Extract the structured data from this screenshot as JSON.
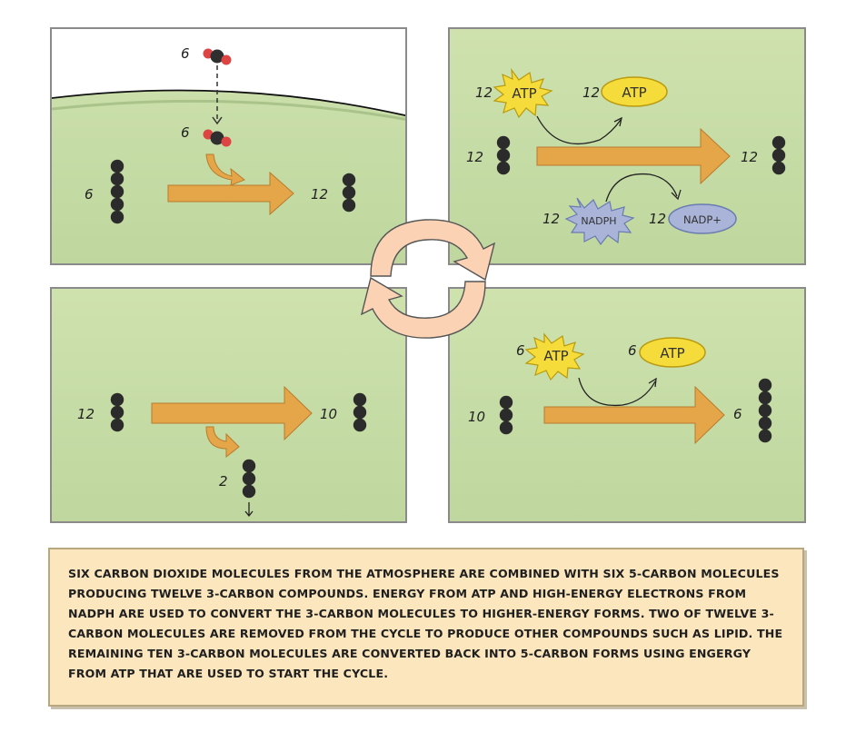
{
  "panel_fixation": {
    "co2_count_top": "6",
    "co2_count_bottom": "6",
    "input_count": "6",
    "output_count": "12"
  },
  "panel_reduction": {
    "atp_count_in": "12",
    "atp_label_in": "ATP",
    "atp_count_out": "12",
    "atp_label_out": "ATP",
    "input_count": "12",
    "output_count": "12",
    "nadph_count": "12",
    "nadph_label": "NADPH",
    "nadp_count": "12",
    "nadp_label": "NADP+"
  },
  "panel_release": {
    "input_count": "12",
    "output_count": "10",
    "removed_count": "2"
  },
  "panel_regeneration": {
    "atp_count_in": "6",
    "atp_label_in": "ATP",
    "atp_count_out": "6",
    "atp_label_out": "ATP",
    "input_count": "10",
    "output_count": "6"
  },
  "caption": {
    "text": "Six carbon dioxide molecules from the atmosphere are combined with six 5-carbon molecules producing twelve 3-carbon compounds. Energy from ATP and high-energy electrons from NADPH are used to convert the 3-carbon molecules to higher-energy forms. Two of twelve 3-carbon molecules are removed from the cycle to produce other compounds such as lipid. The remaining ten 3-carbon molecules are converted back into 5-carbon forms using engergy from ATP that are used to start the cycle."
  },
  "colors": {
    "panel_green": "#c6dca6",
    "arrow_orange": "#e5a64a",
    "atp_yellow": "#f6dc3a",
    "nadph_blue": "#a9b4d8",
    "cycle_peach": "#fbd3b4",
    "caption_bg": "#fbe6bd"
  },
  "icons": [
    "co2-molecule-icon",
    "carbon-chain-icon",
    "atp-starburst-icon",
    "atp-oval-icon",
    "nadph-starburst-icon",
    "nadp-oval-icon",
    "cycle-arrows-icon"
  ]
}
